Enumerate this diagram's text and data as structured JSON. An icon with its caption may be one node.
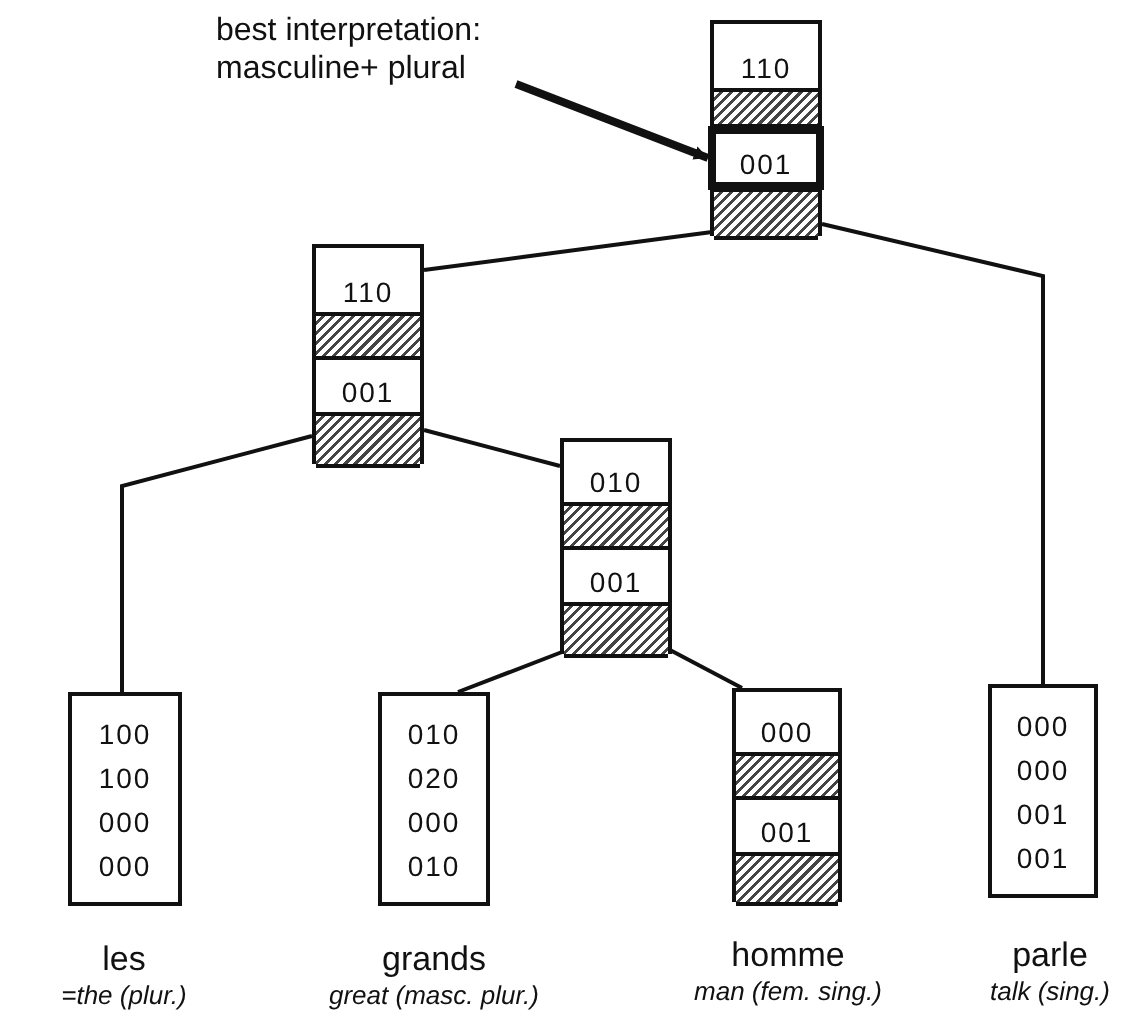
{
  "diagram": {
    "nodes": [
      {
        "text": [
          "best interpretation: masculine+ plural"
        ]
      },
      {
        "text": [],
        "shape": "box"
      },
      {
        "text": [
          "110"
        ],
        "in": 1
      },
      {
        "text": [],
        "shape": "bar",
        "in": 1
      },
      {
        "text": [
          "001"
        ],
        "in": 1
      },
      {
        "text": [],
        "shape": "bar",
        "in": 1
      },
      {
        "text": [],
        "shape": "box"
      },
      {
        "text": [
          "110"
        ],
        "in": 6
      },
      {
        "text": [],
        "shape": "bar",
        "in": 6
      },
      {
        "text": [
          "001"
        ],
        "in": 6
      },
      {
        "text": [],
        "shape": "bar",
        "in": 6
      },
      {
        "text": [],
        "shape": "box"
      },
      {
        "text": [
          "010"
        ],
        "in": 11
      },
      {
        "text": [],
        "shape": "bar",
        "in": 11
      },
      {
        "text": [
          "001"
        ],
        "in": 11
      },
      {
        "text": [],
        "shape": "bar",
        "in": 11
      },
      {
        "text": [
          "100",
          "100",
          "000",
          "000"
        ],
        "beside": [
          "les",
          "=the (plur.)"
        ]
      },
      {
        "text": [
          "010",
          "020",
          "000",
          "010"
        ],
        "beside": [
          "grands",
          "great (masc. plur.)"
        ]
      },
      {
        "text": [],
        "shape": "box",
        "beside": [
          "homme",
          "man (fem. sing.)"
        ]
      },
      {
        "text": [
          "000"
        ],
        "in": 18
      },
      {
        "text": [],
        "shape": "bar",
        "in": 18
      },
      {
        "text": [
          "001"
        ],
        "in": 18
      },
      {
        "text": [],
        "shape": "bar",
        "in": 18
      },
      {
        "text": [
          "000",
          "000",
          "001",
          "001"
        ],
        "beside": [
          "parle",
          "talk (sing.)"
        ]
      }
    ],
    "edges": [
      {
        "from": 0,
        "to": 4,
        "arrow": "to",
        "style": "thick"
      },
      {
        "from": 1,
        "to": 6,
        "arrow": "none"
      },
      {
        "from": 1,
        "to": 23,
        "arrow": "none"
      },
      {
        "from": 6,
        "to": 16,
        "arrow": "none"
      },
      {
        "from": 6,
        "to": 11,
        "arrow": "none"
      },
      {
        "from": 11,
        "to": 17,
        "arrow": "none"
      },
      {
        "from": 11,
        "to": 18,
        "arrow": "none"
      }
    ]
  }
}
